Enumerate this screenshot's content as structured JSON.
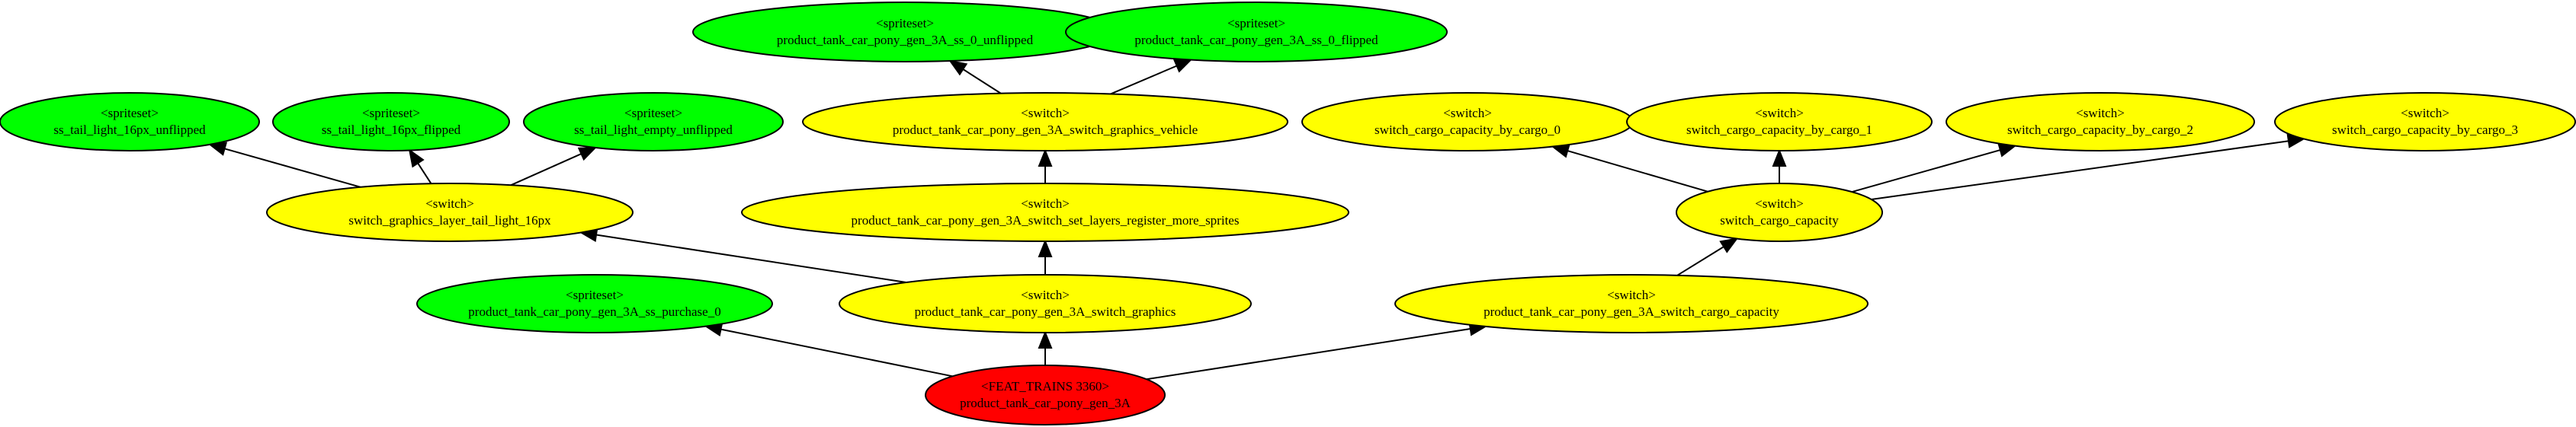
{
  "colors": {
    "spriteset": "#00ff00",
    "switch": "#ffff00",
    "root": "#ff0000"
  },
  "nodes": [
    {
      "id": "root",
      "kind": "root",
      "tag": "<FEAT_TRAINS 3360>",
      "label": "product_tank_car_pony_gen_3A"
    },
    {
      "id": "purchase",
      "kind": "spriteset",
      "tag": "<spriteset>",
      "label": "product_tank_car_pony_gen_3A_ss_purchase_0"
    },
    {
      "id": "switch_graphics",
      "kind": "switch",
      "tag": "<switch>",
      "label": "product_tank_car_pony_gen_3A_switch_graphics"
    },
    {
      "id": "switch_cargo_capacity_main",
      "kind": "switch",
      "tag": "<switch>",
      "label": "product_tank_car_pony_gen_3A_switch_cargo_capacity"
    },
    {
      "id": "tail_light_layer",
      "kind": "switch",
      "tag": "<switch>",
      "label": "switch_graphics_layer_tail_light_16px"
    },
    {
      "id": "set_layers",
      "kind": "switch",
      "tag": "<switch>",
      "label": "product_tank_car_pony_gen_3A_switch_set_layers_register_more_sprites"
    },
    {
      "id": "switch_cargo_capacity",
      "kind": "switch",
      "tag": "<switch>",
      "label": "switch_cargo_capacity"
    },
    {
      "id": "tail_unflipped",
      "kind": "spriteset",
      "tag": "<spriteset>",
      "label": "ss_tail_light_16px_unflipped"
    },
    {
      "id": "tail_flipped",
      "kind": "spriteset",
      "tag": "<spriteset>",
      "label": "ss_tail_light_16px_flipped"
    },
    {
      "id": "tail_empty",
      "kind": "spriteset",
      "tag": "<spriteset>",
      "label": "ss_tail_light_empty_unflipped"
    },
    {
      "id": "graphics_vehicle",
      "kind": "switch",
      "tag": "<switch>",
      "label": "product_tank_car_pony_gen_3A_switch_graphics_vehicle"
    },
    {
      "id": "ss0_unflipped",
      "kind": "spriteset",
      "tag": "<spriteset>",
      "label": "product_tank_car_pony_gen_3A_ss_0_unflipped"
    },
    {
      "id": "ss0_flipped",
      "kind": "spriteset",
      "tag": "<spriteset>",
      "label": "product_tank_car_pony_gen_3A_ss_0_flipped"
    },
    {
      "id": "cargo0",
      "kind": "switch",
      "tag": "<switch>",
      "label": "switch_cargo_capacity_by_cargo_0"
    },
    {
      "id": "cargo1",
      "kind": "switch",
      "tag": "<switch>",
      "label": "switch_cargo_capacity_by_cargo_1"
    },
    {
      "id": "cargo2",
      "kind": "switch",
      "tag": "<switch>",
      "label": "switch_cargo_capacity_by_cargo_2"
    },
    {
      "id": "cargo3",
      "kind": "switch",
      "tag": "<switch>",
      "label": "switch_cargo_capacity_by_cargo_3"
    }
  ],
  "edges": [
    {
      "from": "root",
      "to": "purchase"
    },
    {
      "from": "root",
      "to": "switch_graphics"
    },
    {
      "from": "root",
      "to": "switch_cargo_capacity_main"
    },
    {
      "from": "switch_graphics",
      "to": "tail_light_layer"
    },
    {
      "from": "switch_graphics",
      "to": "set_layers"
    },
    {
      "from": "tail_light_layer",
      "to": "tail_unflipped"
    },
    {
      "from": "tail_light_layer",
      "to": "tail_flipped"
    },
    {
      "from": "tail_light_layer",
      "to": "tail_empty"
    },
    {
      "from": "set_layers",
      "to": "graphics_vehicle"
    },
    {
      "from": "graphics_vehicle",
      "to": "ss0_unflipped"
    },
    {
      "from": "graphics_vehicle",
      "to": "ss0_flipped"
    },
    {
      "from": "switch_cargo_capacity_main",
      "to": "switch_cargo_capacity"
    },
    {
      "from": "switch_cargo_capacity",
      "to": "cargo0"
    },
    {
      "from": "switch_cargo_capacity",
      "to": "cargo1"
    },
    {
      "from": "switch_cargo_capacity",
      "to": "cargo2"
    },
    {
      "from": "switch_cargo_capacity",
      "to": "cargo3"
    }
  ]
}
